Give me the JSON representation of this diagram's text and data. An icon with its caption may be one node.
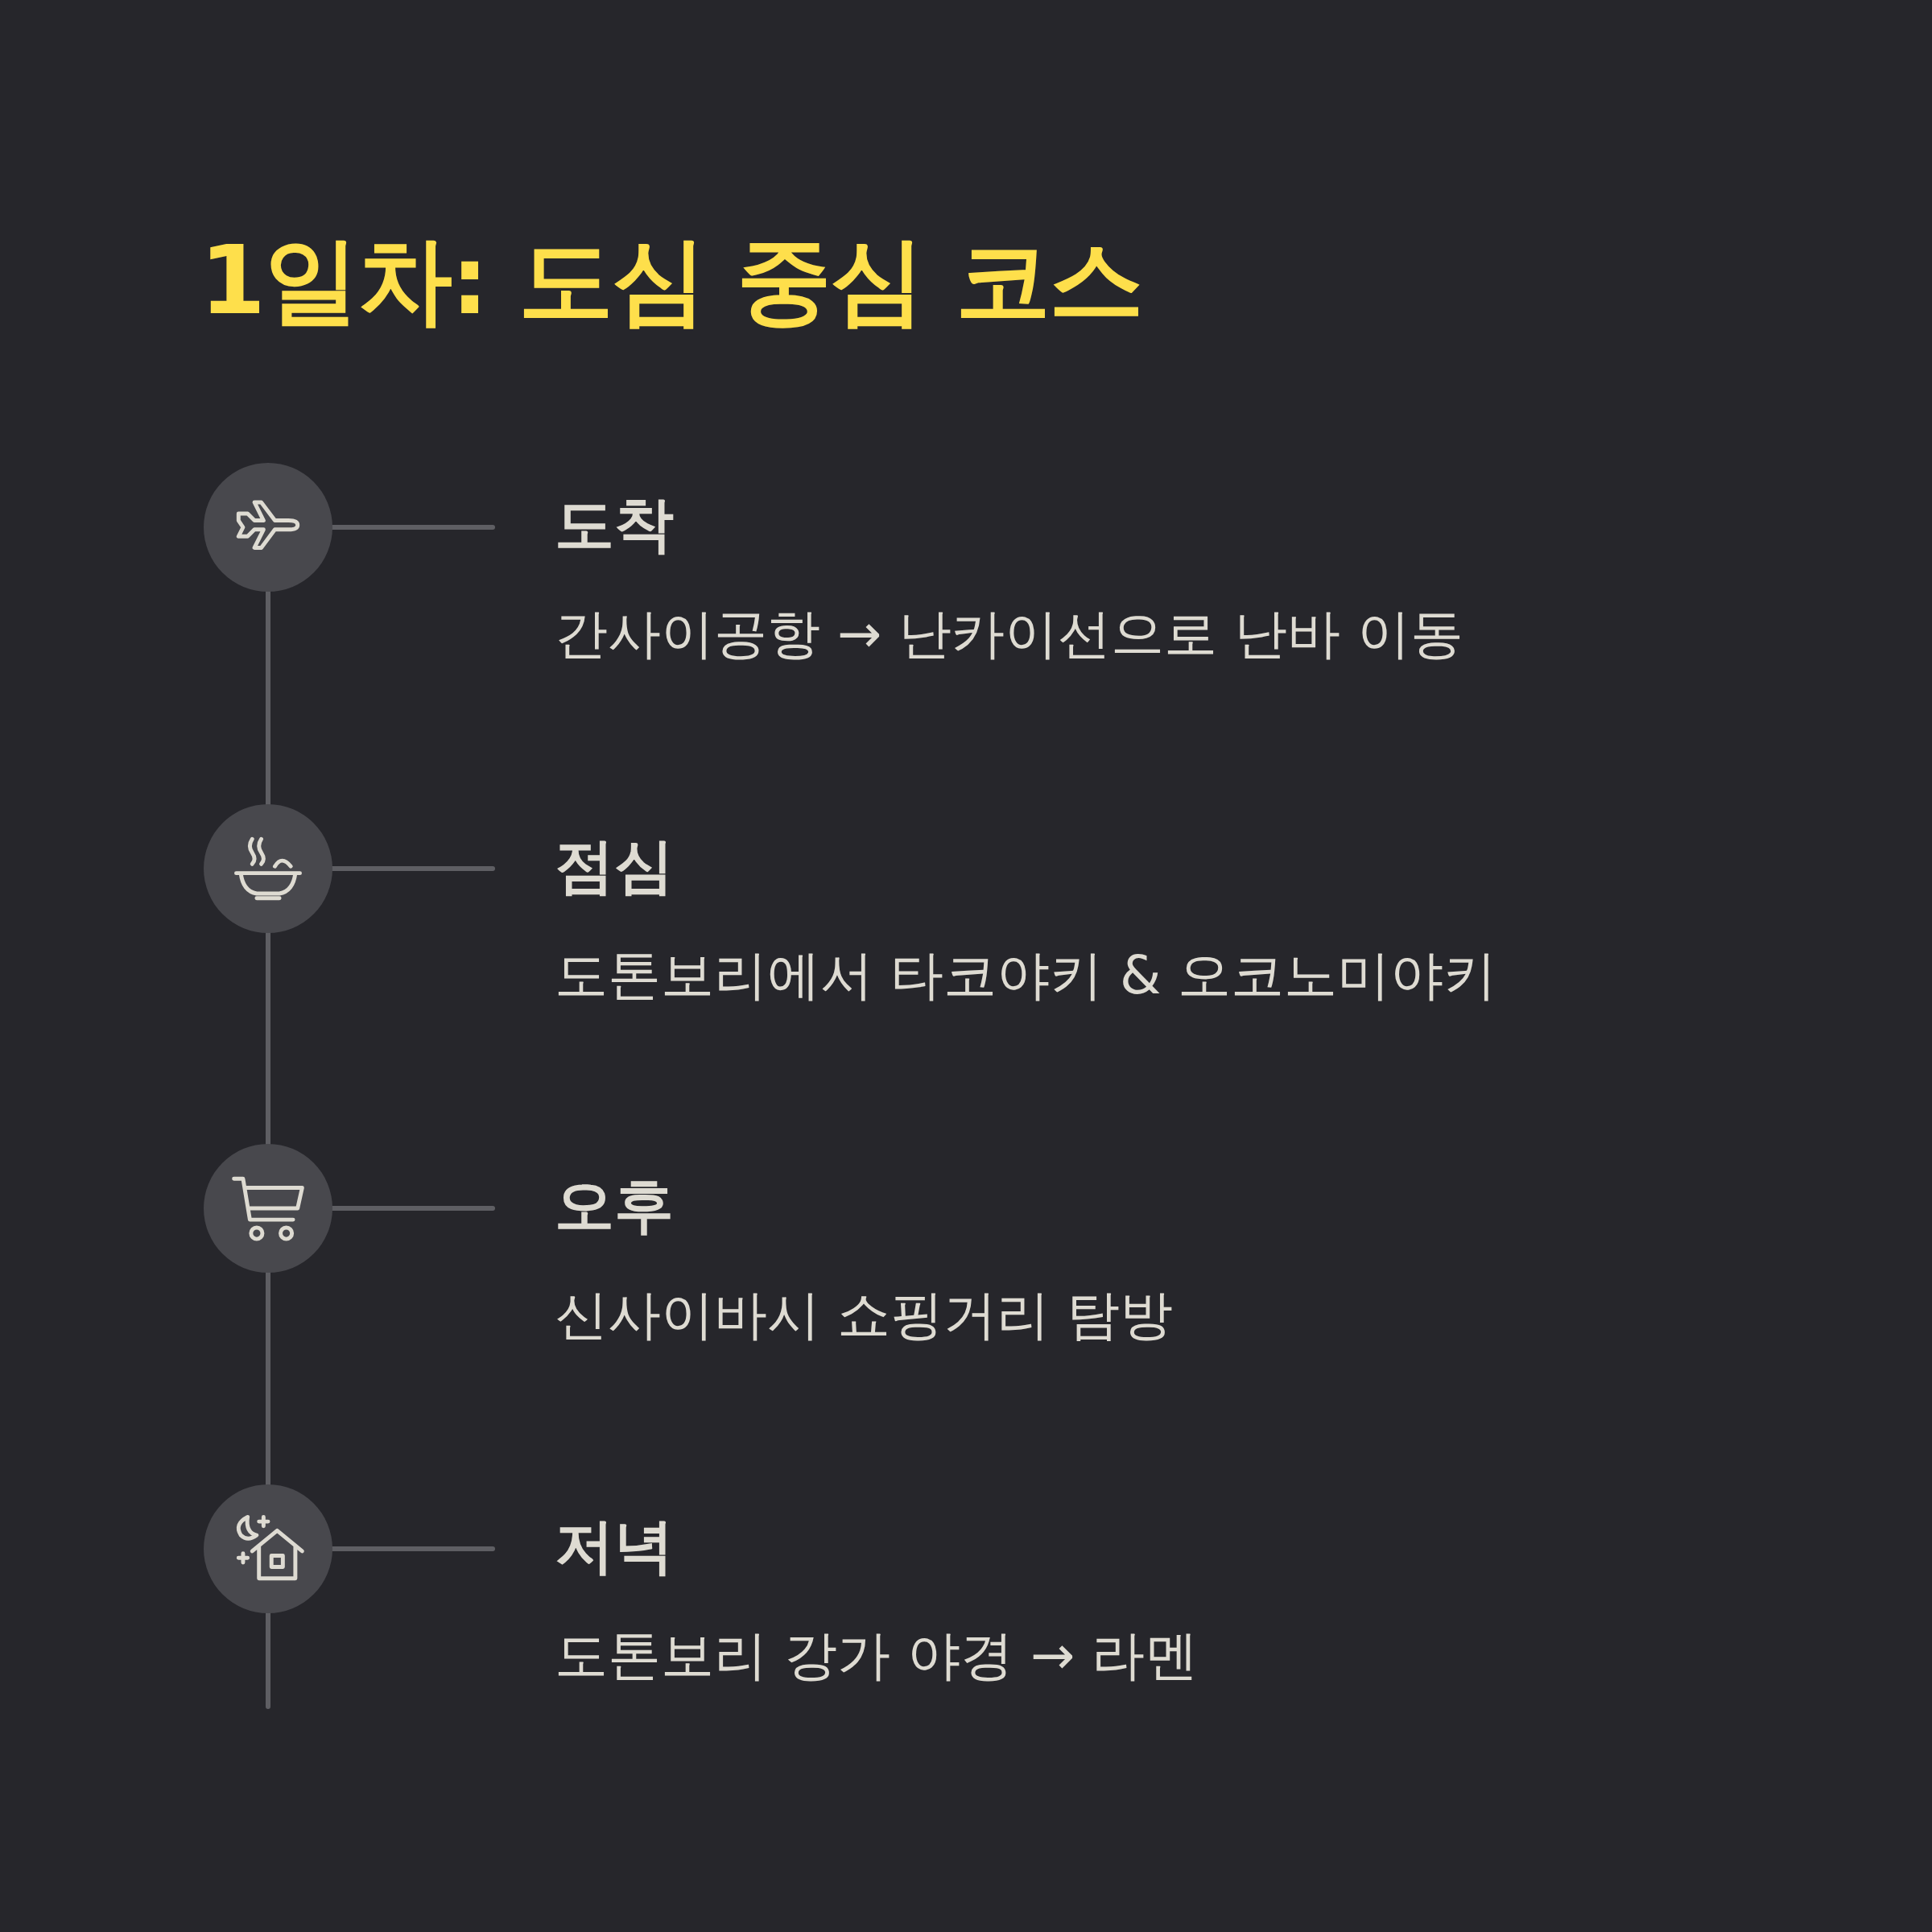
{
  "diagram": {
    "title": "1일차: 도심 중심 코스",
    "nodes": [
      {
        "text": [],
        "shape": "circle"
      },
      {
        "text": [
          "도착",
          "간사이공항 → 난카이선으로 난바 이동"
        ]
      },
      {
        "text": [],
        "shape": "circle"
      },
      {
        "text": [
          "점심",
          "도톤보리에서 타코야키 & 오코노미야키"
        ]
      },
      {
        "text": [],
        "shape": "circle"
      },
      {
        "text": [
          "오후",
          "신사이바시 쇼핑거리 탐방"
        ]
      },
      {
        "text": [],
        "shape": "circle"
      },
      {
        "text": [
          "저녁",
          "도톤보리 강가 야경 → 라멘"
        ]
      }
    ],
    "edges": [
      {
        "from": 0,
        "to": 1,
        "arrow": "none"
      },
      {
        "from": 0,
        "to": 2,
        "arrow": "none"
      },
      {
        "from": 2,
        "to": 3,
        "arrow": "none"
      },
      {
        "from": 2,
        "to": 4,
        "arrow": "none"
      },
      {
        "from": 4,
        "to": 5,
        "arrow": "none"
      },
      {
        "from": 4,
        "to": 6,
        "arrow": "none"
      },
      {
        "from": 6,
        "to": 7,
        "arrow": "none"
      },
      {
        "from": 6,
        "to": null,
        "arrow": "none"
      }
    ]
  }
}
